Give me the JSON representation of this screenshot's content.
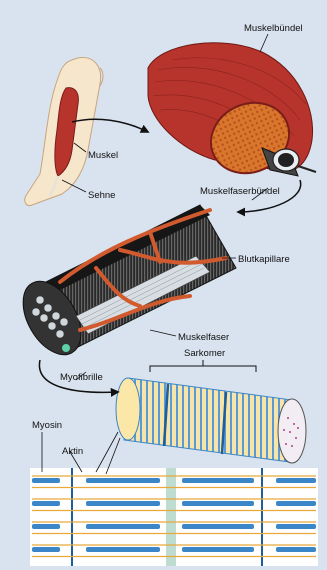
{
  "labels": {
    "muskel": "Muskel",
    "sehne": "Sehne",
    "muskelbuendel": "Muskelbündel",
    "muskelfaserbuendel": "Muskelfaserbündel",
    "blutkapillare": "Blutkapillare",
    "muskelfaser": "Muskelfaser",
    "myofibrille": "Myofibrille",
    "sarkomer": "Sarkomer",
    "myosin": "Myosin",
    "aktin": "Aktin"
  },
  "colors": {
    "background": "#d9e3ef",
    "muscle_red": "#b7342c",
    "muscle_orange": "#d8762c",
    "capillary": "#d15a2e",
    "fiber_dark": "#1c1c1c",
    "myosin_blue": "#3a86c8",
    "actin_orange": "#e8a93a",
    "skin": "#f6e6cc"
  },
  "icons": [
    "arm-illustration",
    "muscle-bundle-illustration",
    "fiber-bundle-illustration",
    "myofibril-illustration",
    "sarcomere-filament-illustration"
  ]
}
